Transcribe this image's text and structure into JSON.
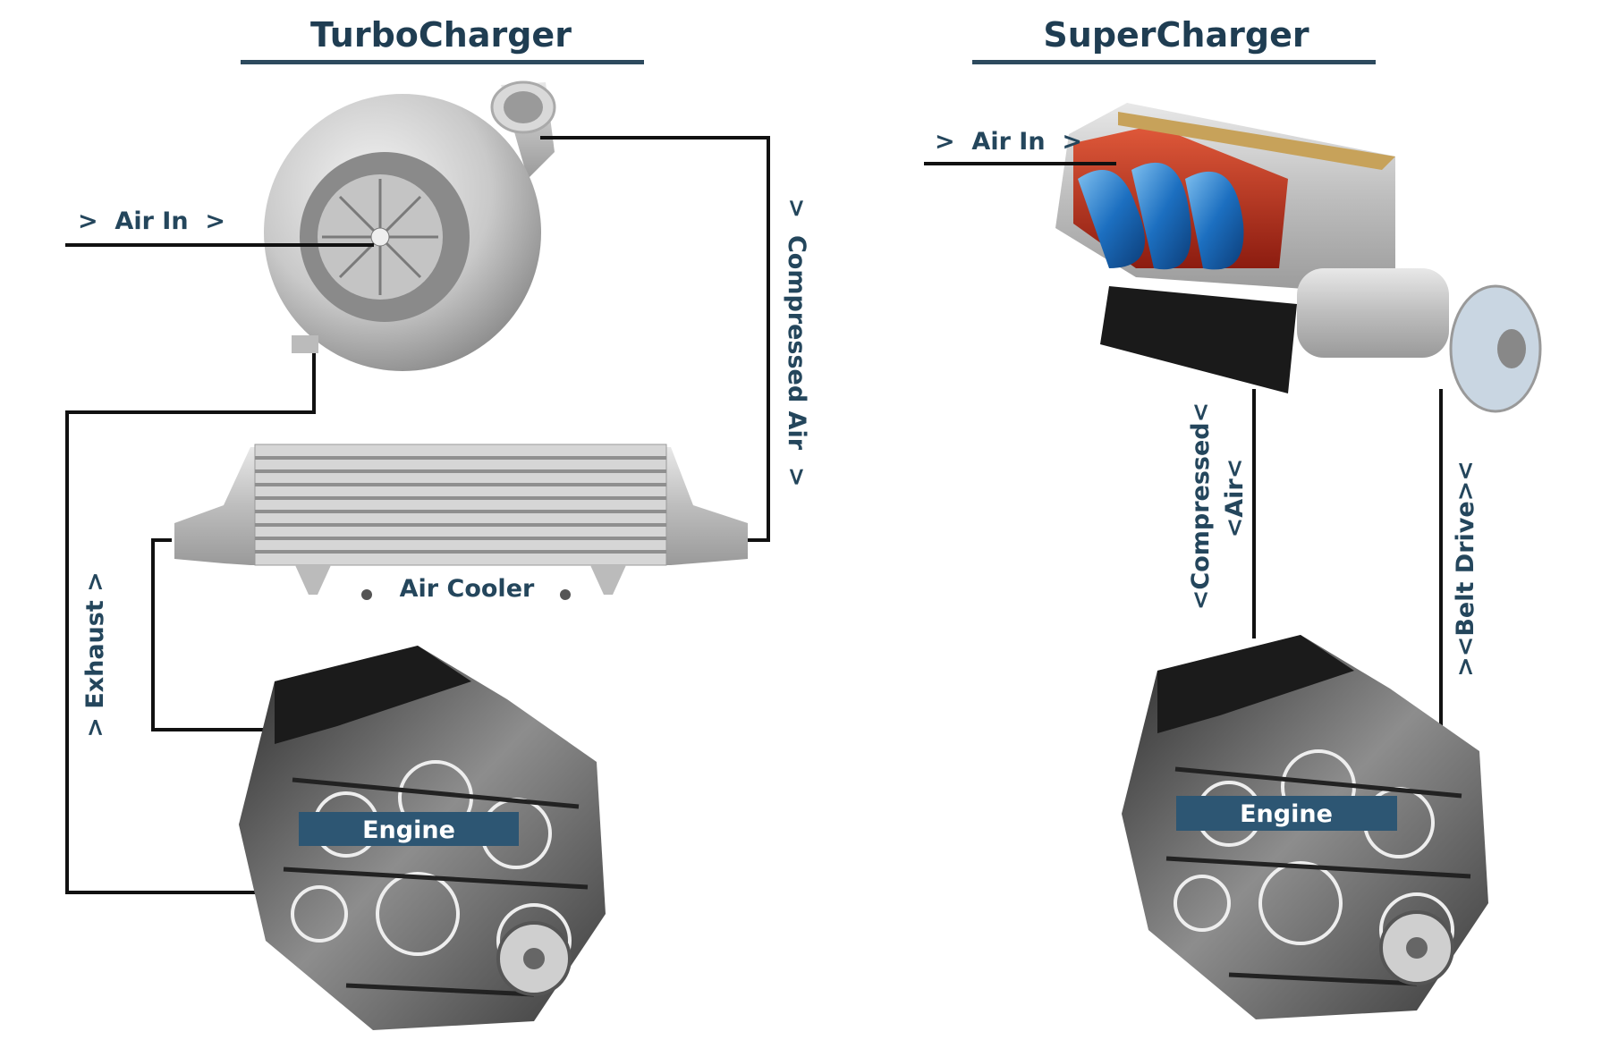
{
  "turbo": {
    "title": "TurboCharger",
    "air_in": ">  Air In  >",
    "compressed_air": ">  Compressed Air  >",
    "exhaust": "> Exhaust >",
    "air_cooler": "Air Cooler",
    "engine": "Engine"
  },
  "super": {
    "title": "SuperCharger",
    "air_in": ">  Air In  >",
    "compressed_line1": "<Compressed<",
    "compressed_line2": "<Air<",
    "belt_drive": "><Belt Drive><",
    "engine": "Engine"
  },
  "colors": {
    "text": "#24465c",
    "label_box": "#2d5673",
    "wire": "#111111"
  }
}
